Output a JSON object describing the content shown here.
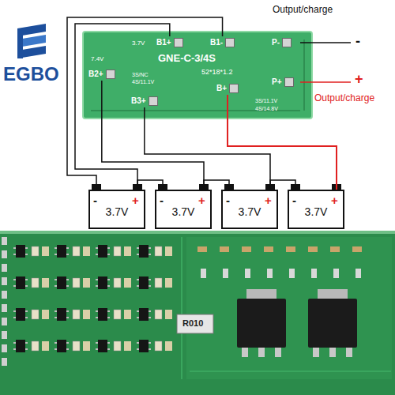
{
  "diagram": {
    "nodes": [
      {
        "text": [
          "3.7V",
          "GNE-C-3/4S",
          "52*18*1.2",
          "7.4V",
          "3S/NC",
          "4S/11.1V",
          "3S/11.1V",
          "4S/14.8V"
        ]
      },
      {
        "text": [
          "B1+"
        ],
        "in": 0
      },
      {
        "text": [
          "B1-"
        ],
        "in": 0
      },
      {
        "text": [
          "P-"
        ],
        "in": 0
      },
      {
        "text": [
          "B2+"
        ],
        "in": 0
      },
      {
        "text": [
          "B+"
        ],
        "in": 0
      },
      {
        "text": [
          "P+"
        ],
        "in": 0
      },
      {
        "text": [
          "B3+"
        ],
        "in": 0
      },
      {
        "text": [
          "3.7V"
        ]
      },
      {
        "text": [
          "3.7V"
        ]
      },
      {
        "text": [
          "3.7V"
        ]
      },
      {
        "text": [
          "3.7V"
        ]
      }
    ],
    "edges": [
      {
        "from": 2,
        "to": 8,
        "arrow": "none"
      },
      {
        "from": 1,
        "to": 8,
        "arrow": "none"
      },
      {
        "from": 4,
        "to": 9,
        "arrow": "none"
      },
      {
        "from": 7,
        "to": 10,
        "arrow": "none"
      },
      {
        "from": 5,
        "to": 11,
        "arrow": "none"
      },
      {
        "from": 8,
        "to": 9,
        "arrow": "none"
      },
      {
        "from": 9,
        "to": 10,
        "arrow": "none"
      },
      {
        "from": 10,
        "to": 11,
        "arrow": "none"
      }
    ],
    "labels": [
      "EGBO",
      "Output/charge",
      "-",
      "Output/charge",
      "+",
      "-",
      "+",
      "-",
      "+",
      "-",
      "+",
      "-",
      "+",
      "R010"
    ]
  }
}
